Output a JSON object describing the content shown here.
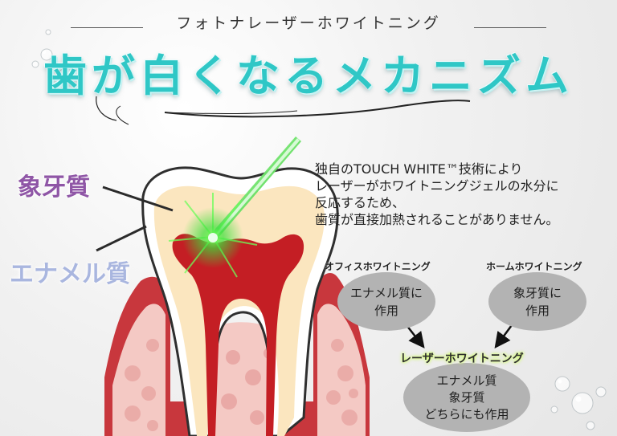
{
  "header": {
    "subtitle": "フォトナレーザーホワイトニング",
    "title": "歯が白くなるメカニズム"
  },
  "labels": {
    "dentin": "象牙質",
    "enamel": "エナメル質"
  },
  "description": {
    "lines": [
      "独自のTOUCH WHITE™技術により",
      "レーザーがホワイトニングジェルの水分に",
      "反応するため、",
      "歯質が直接加熱されることがありません。"
    ]
  },
  "diagram": {
    "office": {
      "caption": "オフィスホワイトニング",
      "lines": [
        "エナメル質に",
        "作用"
      ]
    },
    "home": {
      "caption": "ホームホワイトニング",
      "lines": [
        "象牙質に",
        "作用"
      ]
    },
    "laser": {
      "caption": "レーザーホワイトニング",
      "lines": [
        "エナメル質",
        "象牙質",
        "どちらにも作用"
      ]
    }
  },
  "colors": {
    "title": "#2fc7c6",
    "dentin_label": "#8f56a6",
    "enamel_label": "#a9b6df",
    "laser_beam": "#3be03b",
    "ellipse": "#b3b3b3"
  }
}
